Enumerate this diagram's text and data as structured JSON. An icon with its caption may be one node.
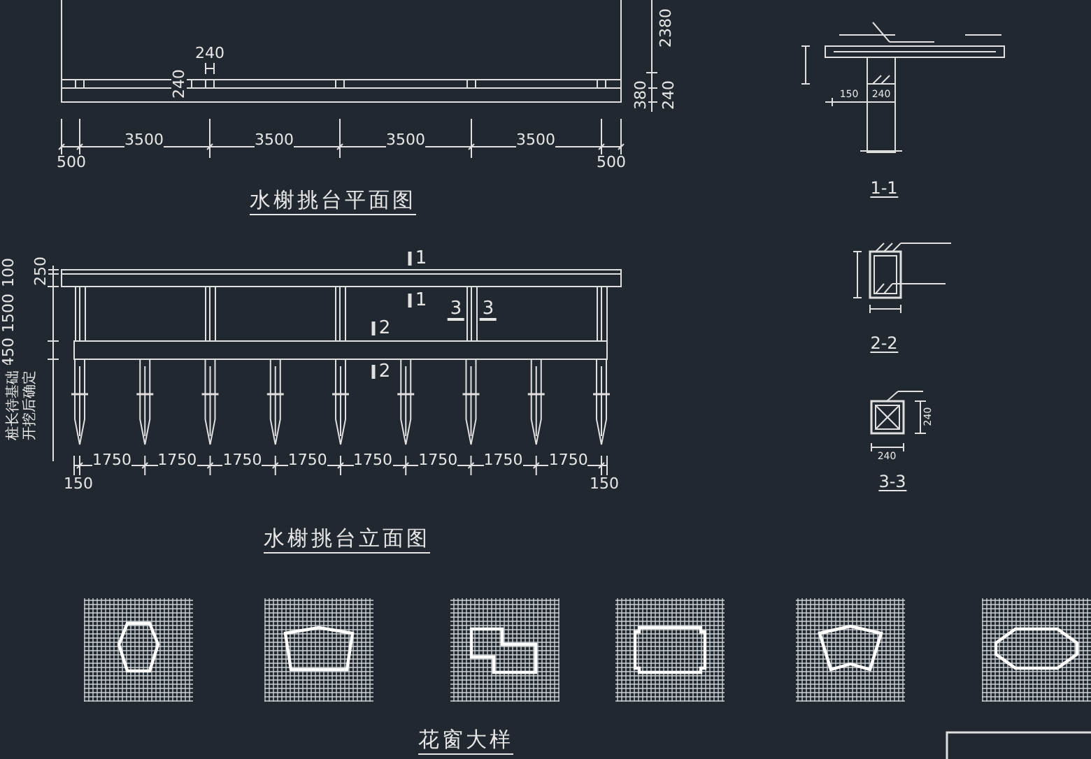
{
  "diagram": {
    "labels": [
      "240",
      "240",
      "2380",
      "380",
      "240",
      "3500",
      "3500",
      "3500",
      "3500",
      "500",
      "500",
      "水榭挑台平面图",
      "1",
      "1",
      "3",
      "3",
      "2",
      "2",
      "100",
      "250",
      "1500",
      "450",
      "桩长待基础开挖后确定",
      "1750",
      "1750",
      "1750",
      "1750",
      "1750",
      "1750",
      "1750",
      "1750",
      "150",
      "150",
      "水榭挑台立面图",
      "150",
      "240",
      "1-1",
      "2-2",
      "240",
      "240",
      "3-3",
      "花窗大样"
    ]
  }
}
